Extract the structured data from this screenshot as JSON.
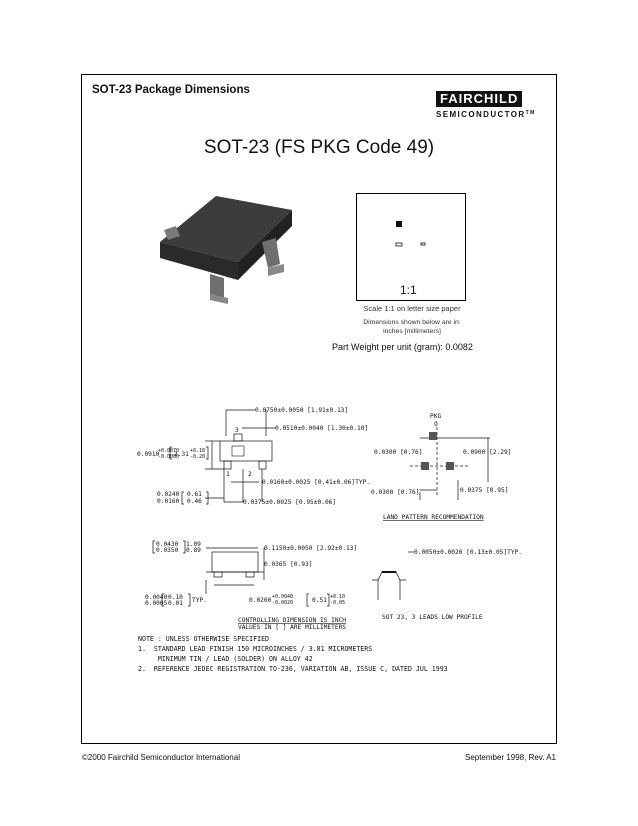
{
  "header": {
    "section_title": "SOT-23 Package Dimensions"
  },
  "logo": {
    "brand_top": "FAIRCHILD",
    "brand_bottom": "SEMICONDUCTOR",
    "tm": "TM"
  },
  "title": "SOT-23 (FS PKG Code 49)",
  "scale": {
    "ratio": "1:1",
    "note": "Scale 1:1 on letter size paper",
    "dim_note_1": "Dimensions shown below are in:",
    "dim_note_2": "inches [millimeters]"
  },
  "weight": "Part Weight per unit (gram):  0.0082",
  "top_drawing": {
    "d1": "0.0750±0.0050 [1.91±0.13]",
    "d2": "0.0510±0.0040 [1.30±0.10]",
    "pin3": "3",
    "pin1": "1",
    "pin2": "2",
    "left_dim_in": "0.0910",
    "left_tol_in_up": "+0.0070",
    "left_tol_in_dn": "-0.0080",
    "left_dim_mm": "2.31",
    "left_tol_mm_up": "+0.18",
    "left_tol_mm_dn": "-0.20",
    "d3": "0.0160±0.0025 [0.41±0.06]TYP.",
    "d4": "0.0375±0.0025 [0.95±0.06]",
    "bl_in_1": "0.0240",
    "bl_in_2": "0.0160",
    "bl_mm_1": "0.61",
    "bl_mm_2": "0.46"
  },
  "land_pattern": {
    "pkg": "PKG",
    "cl": "C",
    "l1": "0.0300  [0.76]",
    "l2": "0.0900  [2.29]",
    "l3": "0.0375 [0.95]",
    "l4": "0.0300  [0.76]",
    "caption": "LAND PATTERN RECOMMENDATION"
  },
  "side_drawing": {
    "tl_in_1": "0.0430",
    "tl_in_2": "0.0350",
    "tl_mm_1": "1.09",
    "tl_mm_2": "0.89",
    "d1": "0.1150±0.0050 [2.92±0.13]",
    "d2": "0.0365 [0.93]",
    "bl_in_1": "0.0040",
    "bl_in_2": "0.0005",
    "bl_mm_1": "0.10",
    "bl_mm_2": "0.01",
    "typ": "TYP.",
    "bm_in": "0.0200",
    "bm_in_up": "+0.0040",
    "bm_in_dn": "-0.0020",
    "bm_mm": "0.51",
    "bm_mm_up": "+0.10",
    "bm_mm_dn": "-0.05",
    "ctrl_1": "CONTROLLING DIMENSION IS INCH",
    "ctrl_2": "VALUES IN [  ] ARE MILLIMETERS"
  },
  "profile": {
    "d1": "0.0050±0.0020 [0.13±0.05]TYP.",
    "caption": "SOT 23, 3 LEADS LOW PROFILE"
  },
  "notes": {
    "head": "NOTE : UNLESS OTHERWISE SPECIFIED",
    "n1a": "1.  STANDARD LEAD FINISH 150 MICROINCHES / 3.81 MICROMETERS",
    "n1b": "     MINIMUM TIN / LEAD (SOLDER) ON ALLOY 42",
    "n2": "2.  REFERENCE JEDEC REGISTRATION TO-236, VARIATION AB, ISSUE C, DATED JUL 1993"
  },
  "footer": {
    "left": "©2000 Fairchild Semiconductor International",
    "right": "September 1998, Rev. A1"
  }
}
